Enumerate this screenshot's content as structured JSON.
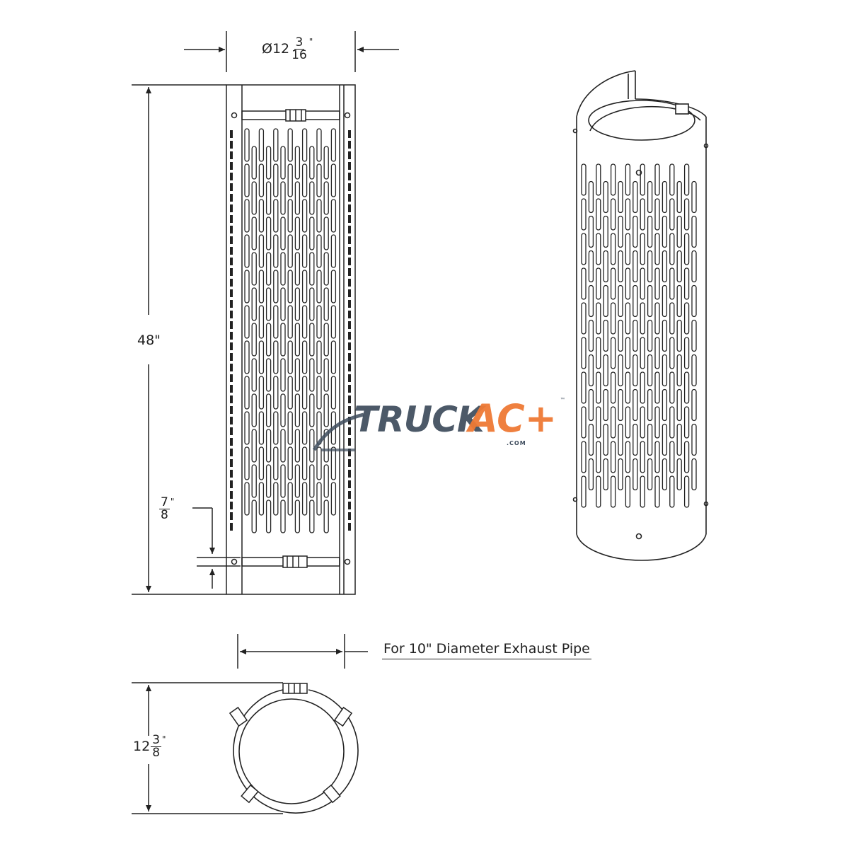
{
  "dimensions": {
    "diameter": {
      "prefix": "Ø12",
      "num": "3",
      "den": "16",
      "unit": "\""
    },
    "height": "48\"",
    "offset": {
      "num": "7",
      "den": "8",
      "unit": "\""
    },
    "outer": {
      "prefix": "12",
      "num": "3",
      "den": "8",
      "unit": "\""
    }
  },
  "note": "For 10\" Diameter Exhaust Pipe",
  "logo": {
    "word": "TRUCK",
    "accent": "AC+",
    "domain": ".COM",
    "tm": "™"
  },
  "colors": {
    "line": "#222222",
    "brand_dark": "#3d4b5c",
    "brand_orange": "#ef7a35"
  }
}
